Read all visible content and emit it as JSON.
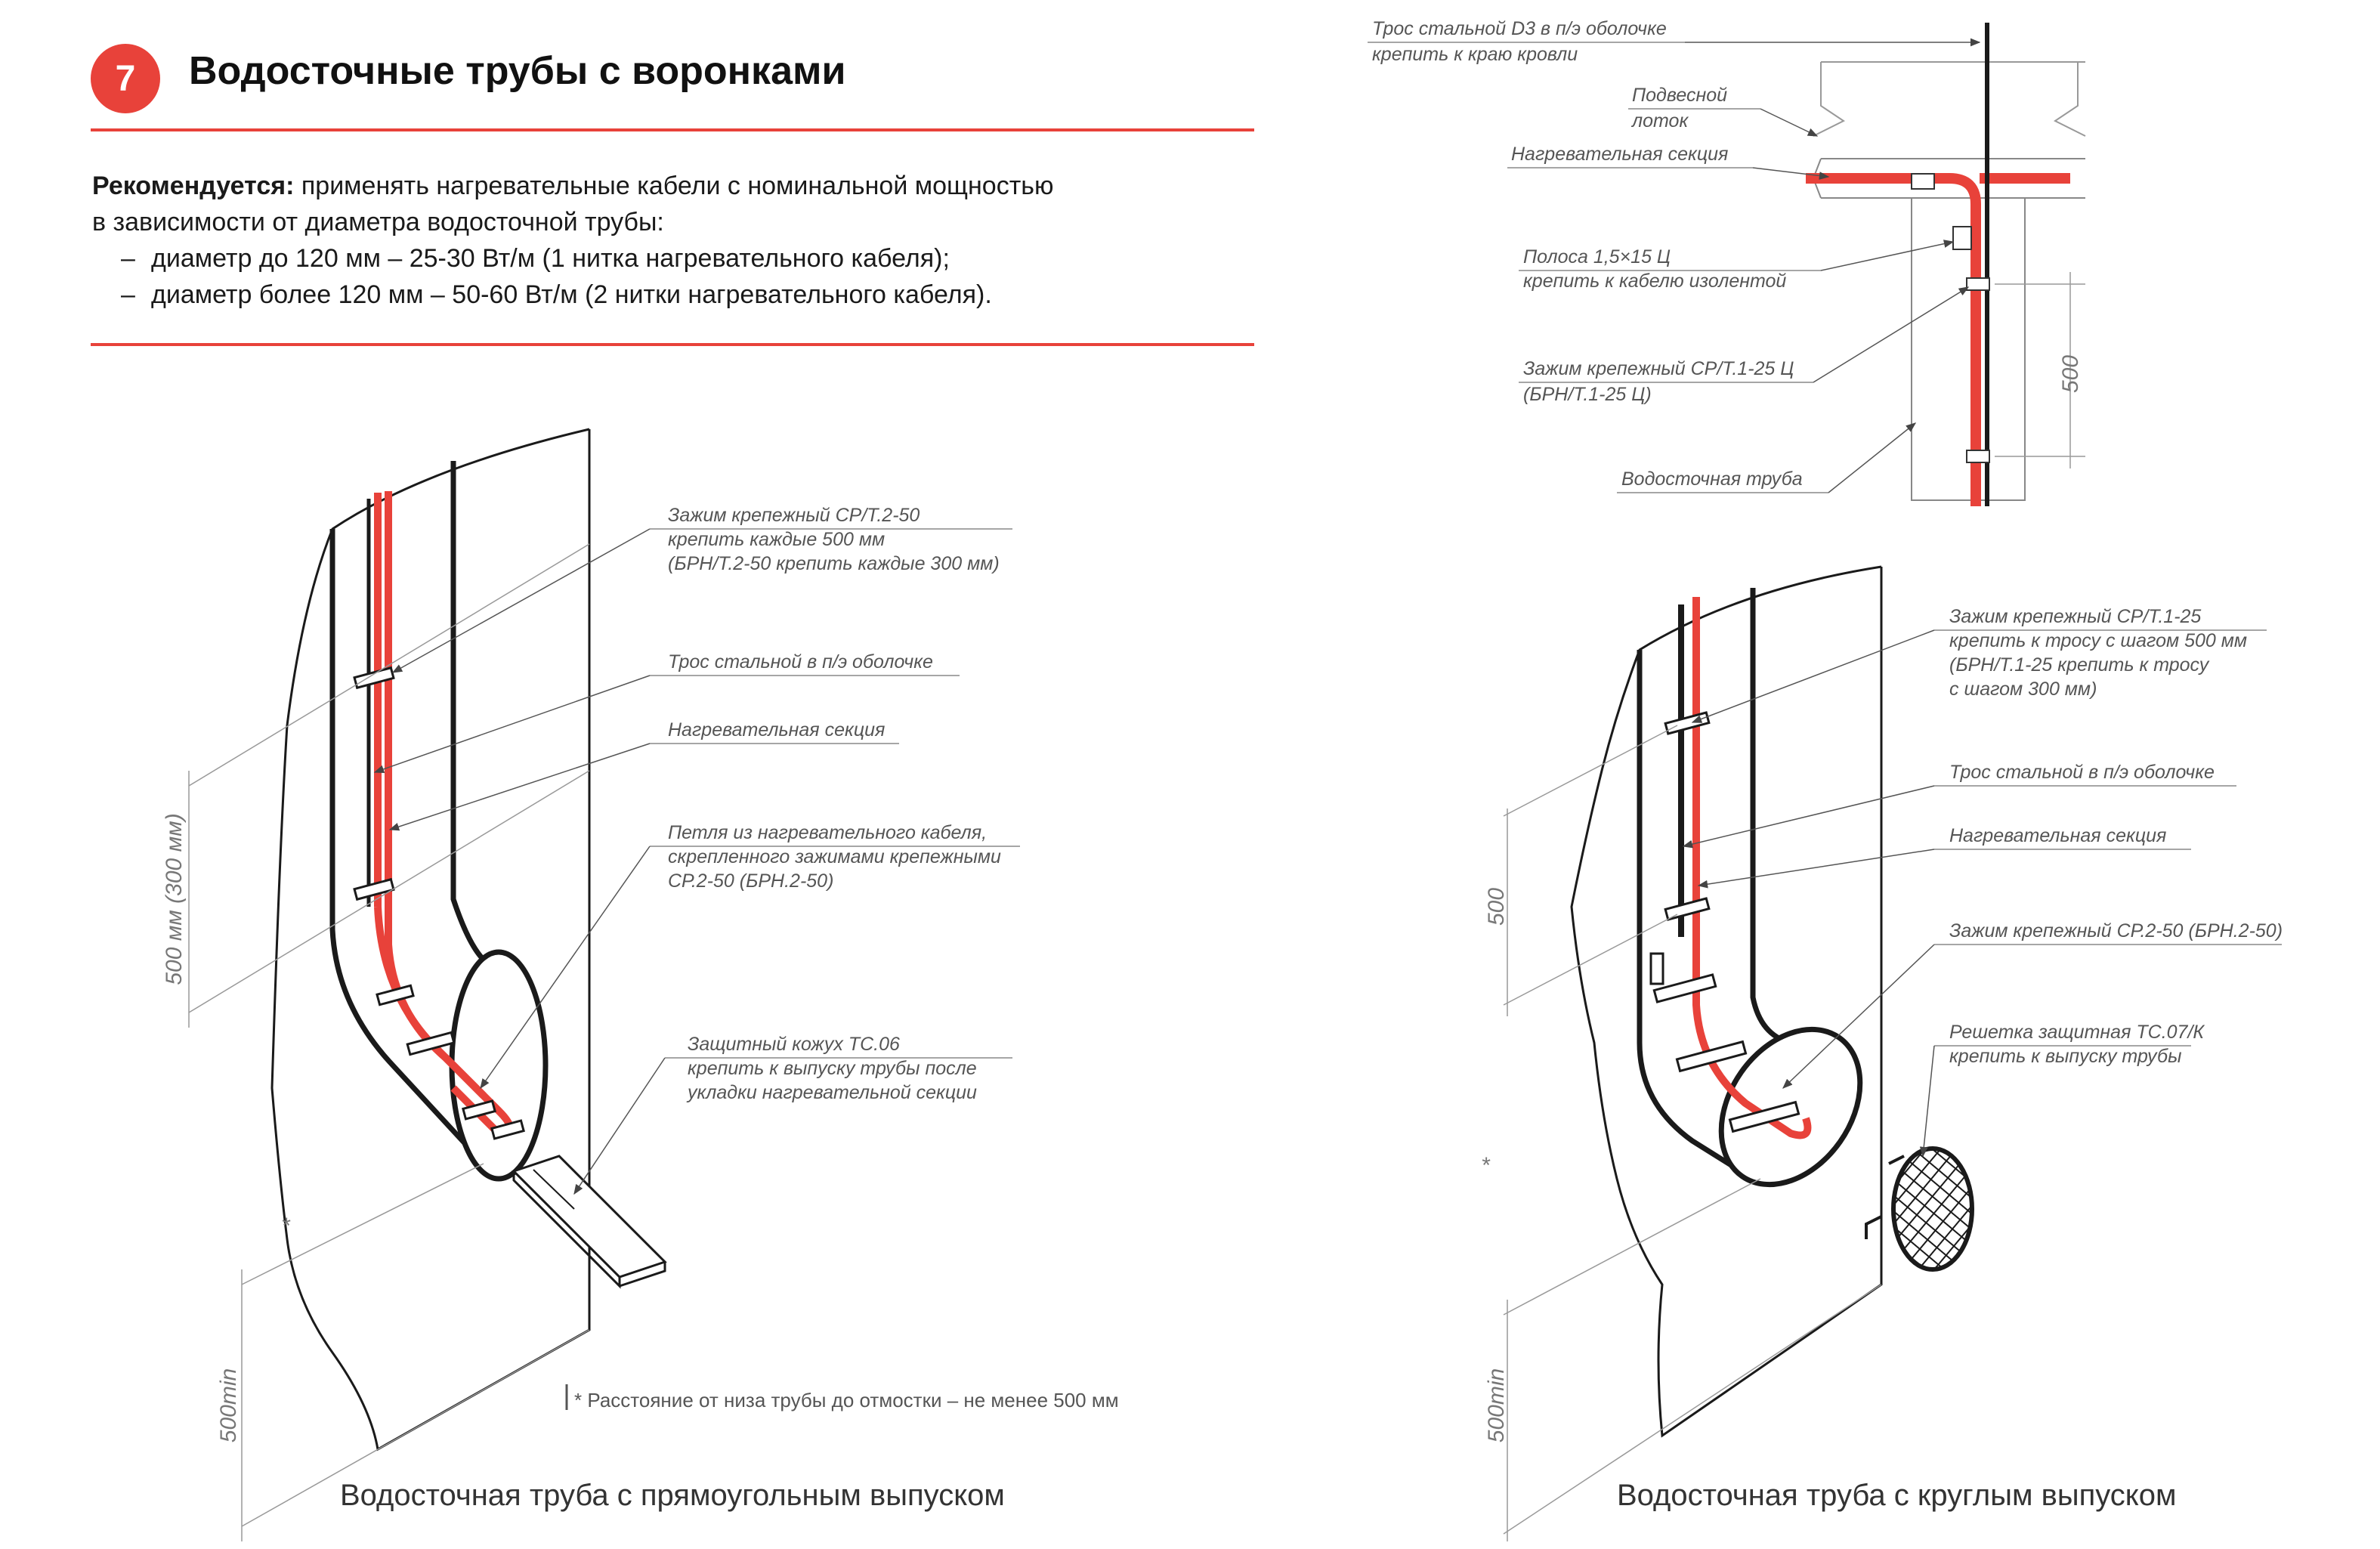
{
  "header": {
    "number": "7",
    "title": "Водосточные трубы с воронками"
  },
  "intro": {
    "lead": "Рекомендуется:",
    "text1": " применять нагревательные кабели с номинальной мощностью",
    "text2": "в зависимости от диаметра водосточной трубы:",
    "items": [
      "диаметр до 120 мм – 25-30 Вт/м (1 нитка нагревательного кабеля);",
      "диаметр более 120 мм – 50-60 Вт/м (2 нитки нагревательного кабеля)."
    ],
    "dash": "–"
  },
  "top_right": {
    "labels": [
      [
        "Трос стальной D3 в п/э оболочке",
        "крепить к краю кровли"
      ],
      [
        "Подвесной",
        "лоток"
      ],
      [
        "Нагревательная секция"
      ],
      [
        "Полоса 1,5×15 Ц",
        "крепить к кабелю изолентой"
      ],
      [
        "Зажим крепежный СР/Т.1-25 Ц",
        "(БРН/Т.1-25 Ц)"
      ],
      [
        "Водосточная труба"
      ]
    ],
    "dim": "500"
  },
  "left_diagram": {
    "caption": "Водосточная труба с прямоугольным выпуском",
    "labels": [
      [
        "Зажим крепежный СР/Т.2-50",
        "крепить каждые 500 мм",
        "(БРН/Т.2-50 крепить каждые 300 мм)"
      ],
      [
        "Трос стальной в п/э оболочке"
      ],
      [
        "Нагревательная секция"
      ],
      [
        "Петля из нагревательного кабеля,",
        "скрепленного зажимами крепежными",
        "СР.2-50 (БРН.2-50)"
      ],
      [
        "Защитный кожух ТС.06",
        "крепить к выпуску трубы после",
        "укладки нагревательной секции"
      ]
    ],
    "dim_top": "500 мм (300 мм)",
    "dim_bottom": "500min",
    "star": "*",
    "footnote": "* Расстояние от низа трубы до отмостки – не менее 500 мм"
  },
  "right_diagram": {
    "caption": "Водосточная труба с круглым выпуском",
    "labels": [
      [
        "Зажим крепежный СР/Т.1-25",
        "крепить к тросу с шагом 500 мм",
        "(БРН/Т.1-25 крепить к тросу",
        "с шагом 300 мм)"
      ],
      [
        "Трос стальной в п/э оболочке"
      ],
      [
        "Нагревательная секция"
      ],
      [
        "Зажим крепежный СР.2-50 (БРН.2-50)"
      ],
      [
        "Решетка защитная ТС.07/К",
        "крепить к выпуску трубы"
      ]
    ],
    "dim_top": "500",
    "dim_bottom": "500min",
    "star": "*"
  },
  "colors": {
    "accent": "#e8423a",
    "ink": "#1a1a1a",
    "leader": "#555555"
  }
}
